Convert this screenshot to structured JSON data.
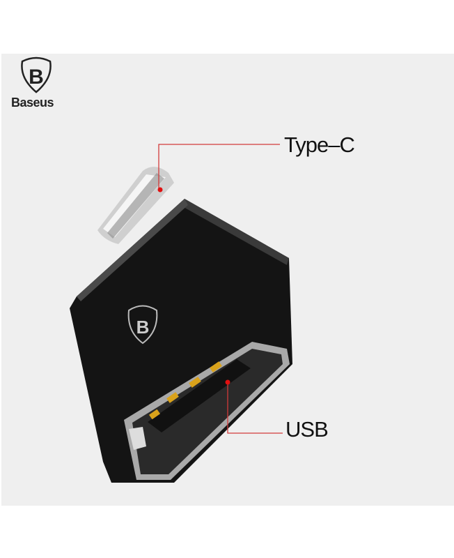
{
  "brand": {
    "name": "Baseus",
    "logo_letter": "B"
  },
  "callouts": {
    "top": "Type–C",
    "bottom": "USB"
  },
  "colors": {
    "background": "#efefef",
    "callout_line": "#d23a3a",
    "callout_dot": "#e01010",
    "body": "#141414",
    "contacts": "#d9a21b"
  }
}
